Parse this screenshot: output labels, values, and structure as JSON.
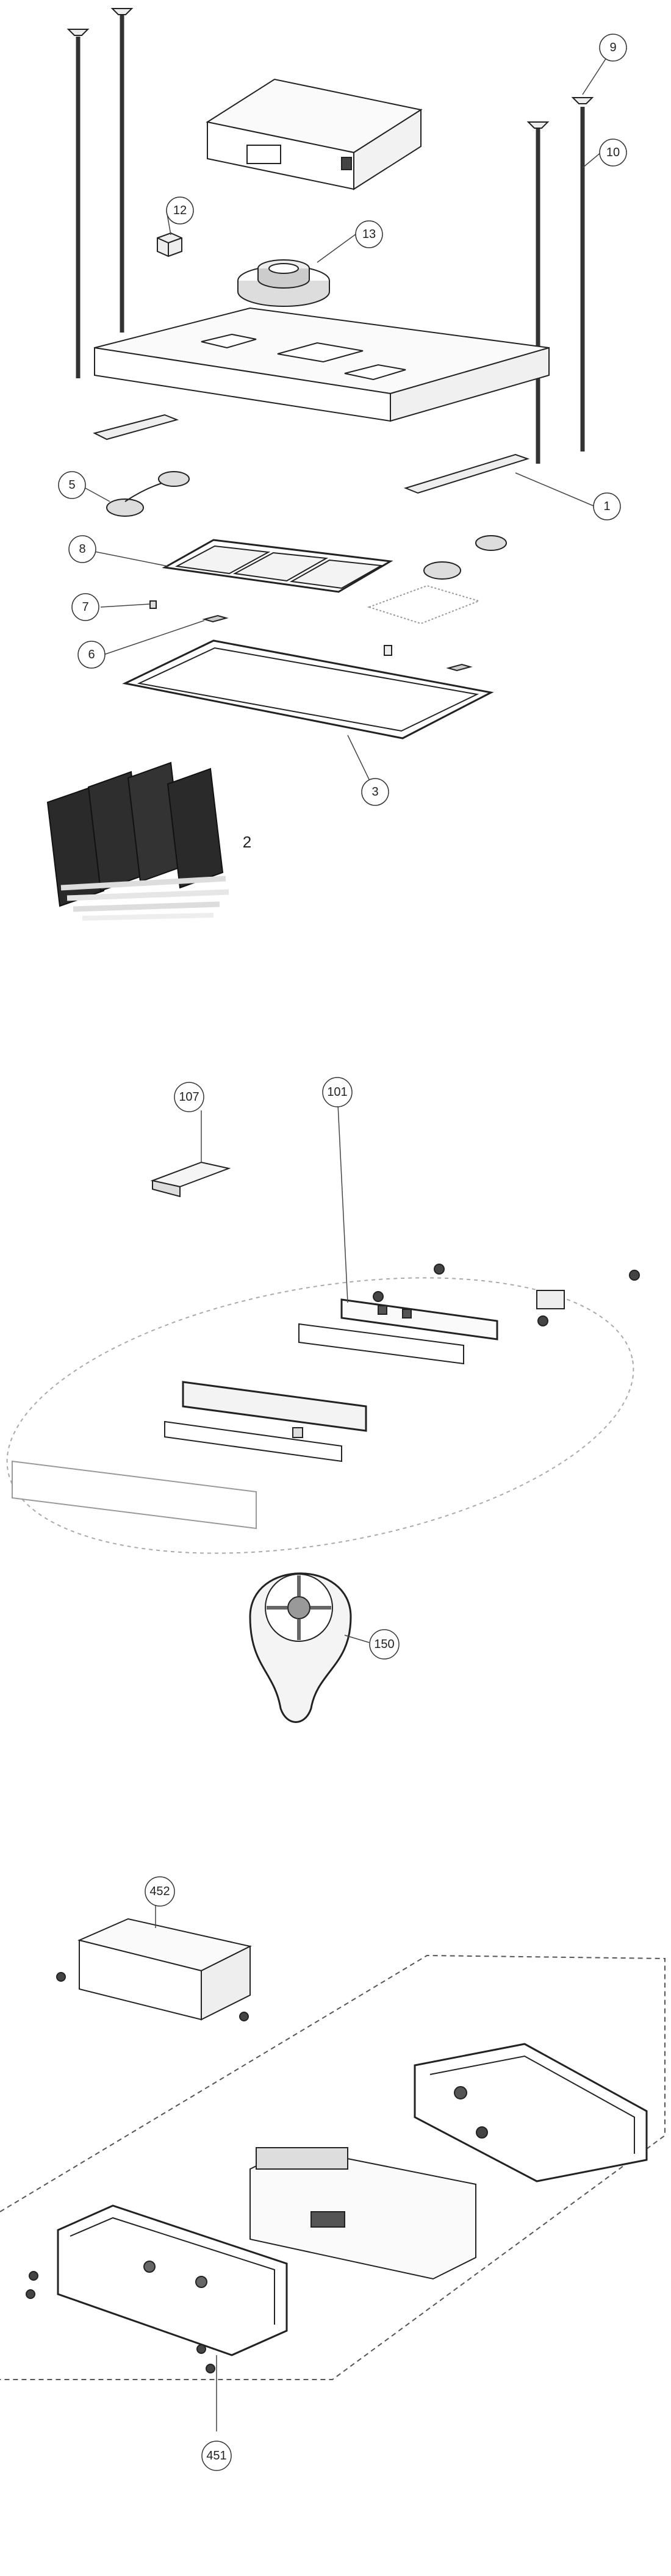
{
  "diagram": {
    "labels": {
      "c1": "1",
      "c2": "2",
      "c3": "3",
      "c5": "5",
      "c6": "6",
      "c7": "7",
      "c8": "8",
      "c9": "9",
      "c10": "10",
      "c12": "12",
      "c13": "13",
      "c101": "101",
      "c107": "107",
      "c150": "150",
      "c451": "451",
      "c452": "452"
    }
  }
}
